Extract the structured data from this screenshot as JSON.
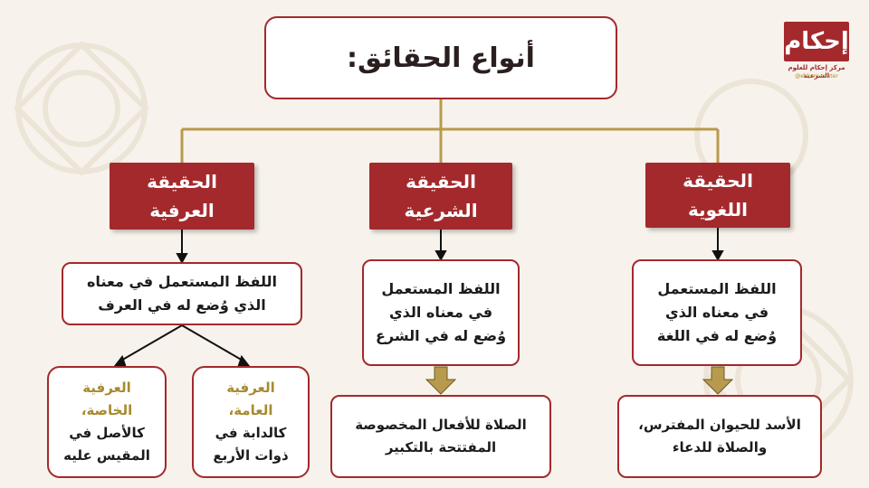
{
  "title": "أنواع الحقائق:",
  "logo": {
    "mark": "إحكام",
    "subtitle": "مركز إحكام للعلوم الشرعية",
    "handle": "@ehkam.center"
  },
  "columns": {
    "linguistic": {
      "category": "الحقيقة\nاللغوية",
      "definition": "اللفظ المستعمل\nفي معناه الذي\nوُضع له في اللغة",
      "example": "الأسد للحيوان المفترس،\nوالصلاة للدعاء"
    },
    "legal": {
      "category": "الحقيقة\nالشرعية",
      "definition": "اللفظ المستعمل\nفي معناه الذي\nوُضع له في الشرع",
      "example": "الصلاة للأفعال المخصوصة\nالمفتتحة بالتكبير"
    },
    "customary": {
      "category": "الحقيقة\nالعرفية",
      "definition": "اللفظ المستعمل في معناه\nالذي وُضع له في العرف",
      "general": {
        "label": "العرفية\nالعامة،",
        "example": "كالدابة في\nذوات الأربع"
      },
      "specific": {
        "label": "العرفية\nالخاصة،",
        "example": "كالأصل في\nالمقيس عليه"
      }
    }
  },
  "colors": {
    "accent": "#a4292c",
    "gold": "#a88a2f",
    "connector": "#b89a4e",
    "background": "#f7f3ec"
  }
}
